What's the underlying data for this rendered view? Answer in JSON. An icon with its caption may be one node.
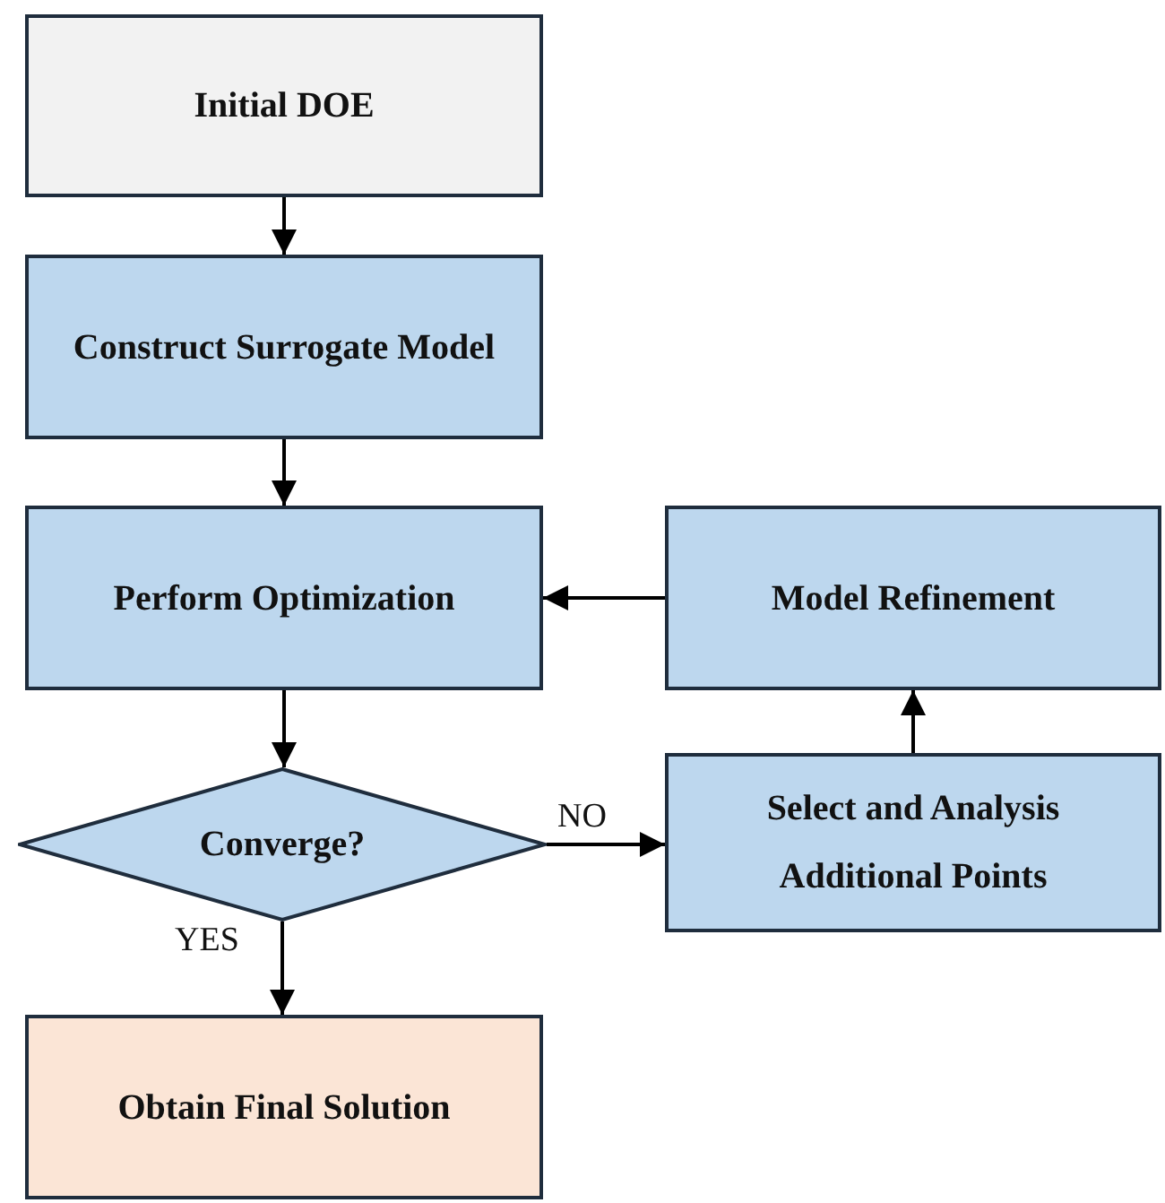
{
  "diagram": {
    "nodes": [
      {
        "text": [
          "Initial DOE"
        ]
      },
      {
        "text": [
          "Construct Surrogate Model"
        ]
      },
      {
        "text": [
          "Perform Optimization"
        ]
      },
      {
        "text": [
          "Converge?"
        ]
      },
      {
        "text": [
          "Select and Analysis Additional Points"
        ]
      },
      {
        "text": [
          "Model Refinement"
        ]
      },
      {
        "text": [
          "Obtain Final Solution"
        ]
      }
    ],
    "edges": [
      {
        "from": 0,
        "to": 1,
        "arrow": "to"
      },
      {
        "from": 1,
        "to": 2,
        "arrow": "to"
      },
      {
        "from": 2,
        "to": 3,
        "arrow": "to"
      },
      {
        "from": 3,
        "to": 4,
        "arrow": "to",
        "label": "NO"
      },
      {
        "from": 4,
        "to": 5,
        "arrow": "to"
      },
      {
        "from": 5,
        "to": 2,
        "arrow": "to"
      },
      {
        "from": 3,
        "to": 6,
        "arrow": "to",
        "label": "YES"
      }
    ]
  }
}
